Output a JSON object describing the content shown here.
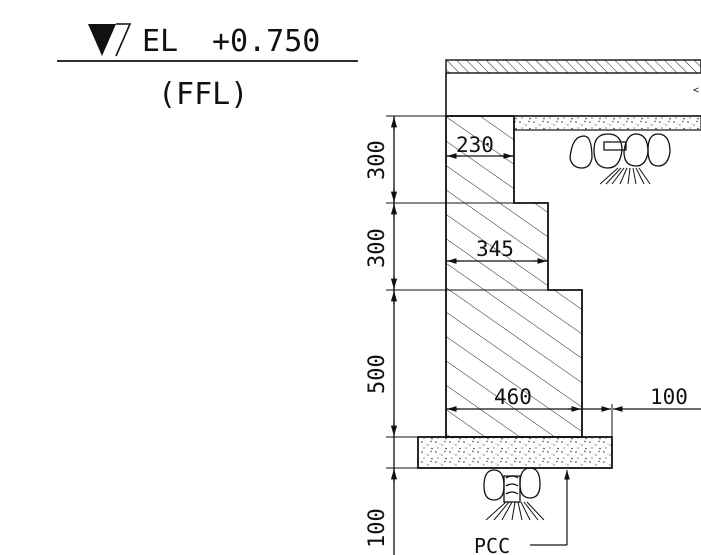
{
  "level": {
    "label": "EL",
    "value": "+0.750",
    "note": "(FFL)"
  },
  "heights": [
    "300",
    "300",
    "500",
    "100"
  ],
  "widths": [
    "230",
    "345",
    "460",
    "100"
  ],
  "callout": "PCC",
  "colors": {
    "ink": "#111111",
    "background": "#ffffff"
  }
}
